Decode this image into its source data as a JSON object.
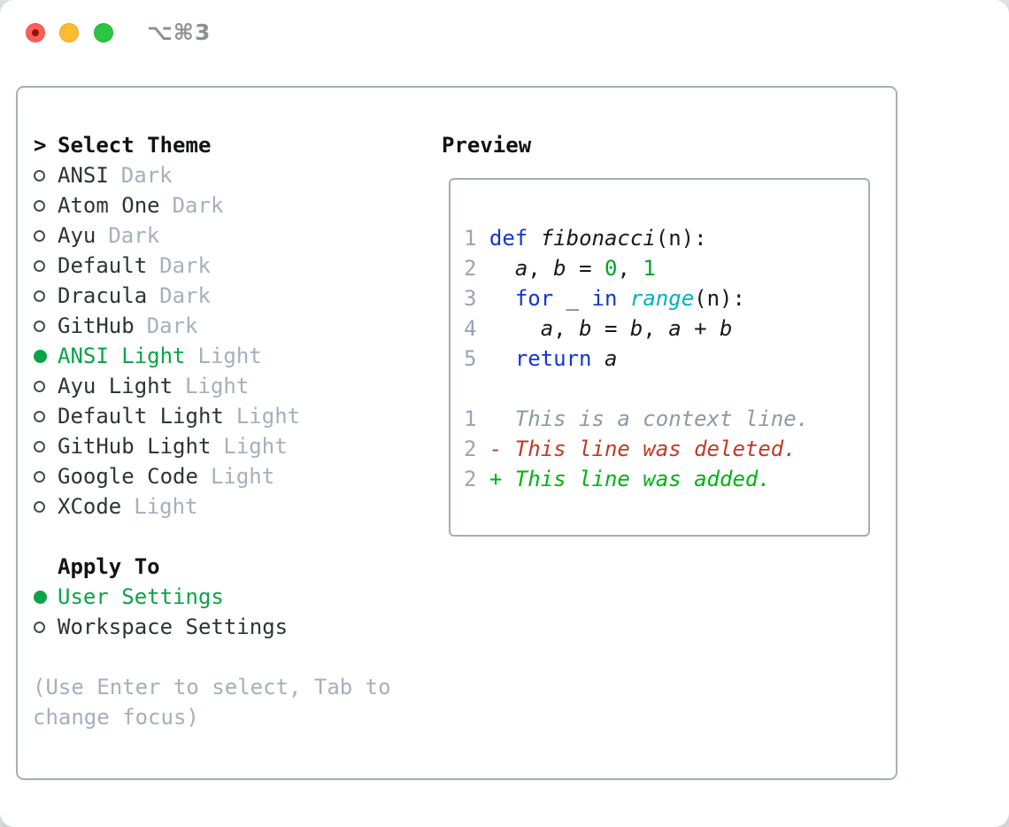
{
  "window": {
    "shortcut_label": "⌥⌘3",
    "traffic_lights": [
      "close",
      "minimize",
      "zoom"
    ],
    "close_has_unsaved_dot": true
  },
  "colors": {
    "selected_green": "#0aa446",
    "keyword_blue": "#1635d2",
    "builtin_cyan": "#00b1c1",
    "number_literal_green": "#00a32a",
    "deleted_red": "#c13a24",
    "added_green": "#00b30f",
    "muted_gray": "#a6afbc",
    "line_number_gray": "#9aa4b3",
    "border_gray": "#a7aeb8",
    "traffic_red": "#ff5f57",
    "traffic_yellow": "#febc2e",
    "traffic_green": "#29c73f"
  },
  "left": {
    "header_prefix": ">",
    "header": "Select Theme",
    "themes": [
      {
        "name": "ANSI",
        "variant": "Dark",
        "selected": false
      },
      {
        "name": "Atom One",
        "variant": "Dark",
        "selected": false
      },
      {
        "name": "Ayu",
        "variant": "Dark",
        "selected": false
      },
      {
        "name": "Default",
        "variant": "Dark",
        "selected": false
      },
      {
        "name": "Dracula",
        "variant": "Dark",
        "selected": false
      },
      {
        "name": "GitHub",
        "variant": "Dark",
        "selected": false
      },
      {
        "name": "ANSI Light",
        "variant": "Light",
        "selected": true
      },
      {
        "name": "Ayu Light",
        "variant": "Light",
        "selected": false
      },
      {
        "name": "Default Light",
        "variant": "Light",
        "selected": false
      },
      {
        "name": "GitHub Light",
        "variant": "Light",
        "selected": false
      },
      {
        "name": "Google Code",
        "variant": "Light",
        "selected": false
      },
      {
        "name": "XCode",
        "variant": "Light",
        "selected": false
      }
    ],
    "apply_header": "Apply To",
    "apply_options": [
      {
        "name": "User Settings",
        "selected": true
      },
      {
        "name": "Workspace Settings",
        "selected": false
      }
    ],
    "hint_lines": [
      "(Use Enter to select, Tab to",
      "change focus)"
    ]
  },
  "preview": {
    "header": "Preview",
    "code_lines": [
      {
        "num": "1",
        "segments": [
          {
            "t": " ",
            "s": "p"
          },
          {
            "t": "def",
            "s": "kw"
          },
          {
            "t": " ",
            "s": "p"
          },
          {
            "t": "fibonacci",
            "s": "fni"
          },
          {
            "t": "(n):",
            "s": "p"
          }
        ]
      },
      {
        "num": "2",
        "segments": [
          {
            "t": "   ",
            "s": "p"
          },
          {
            "t": "a",
            "s": "var"
          },
          {
            "t": ", ",
            "s": "p"
          },
          {
            "t": "b",
            "s": "var"
          },
          {
            "t": " = ",
            "s": "p"
          },
          {
            "t": "0",
            "s": "num"
          },
          {
            "t": ", ",
            "s": "p"
          },
          {
            "t": "1",
            "s": "num"
          }
        ]
      },
      {
        "num": "3",
        "segments": [
          {
            "t": "   ",
            "s": "p"
          },
          {
            "t": "for",
            "s": "kw"
          },
          {
            "t": " _ ",
            "s": "p"
          },
          {
            "t": "in",
            "s": "kw"
          },
          {
            "t": " ",
            "s": "p"
          },
          {
            "t": "range",
            "s": "fn"
          },
          {
            "t": "(n):",
            "s": "p"
          }
        ]
      },
      {
        "num": "4",
        "segments": [
          {
            "t": "     ",
            "s": "p"
          },
          {
            "t": "a",
            "s": "var"
          },
          {
            "t": ", ",
            "s": "p"
          },
          {
            "t": "b",
            "s": "var"
          },
          {
            "t": " = ",
            "s": "p"
          },
          {
            "t": "b",
            "s": "var"
          },
          {
            "t": ", ",
            "s": "p"
          },
          {
            "t": "a",
            "s": "var"
          },
          {
            "t": " + ",
            "s": "p"
          },
          {
            "t": "b",
            "s": "var"
          }
        ]
      },
      {
        "num": "5",
        "segments": [
          {
            "t": "   ",
            "s": "p"
          },
          {
            "t": "return",
            "s": "kw"
          },
          {
            "t": " ",
            "s": "p"
          },
          {
            "t": "a",
            "s": "var"
          }
        ]
      }
    ],
    "diff_lines": [
      {
        "num": "1",
        "segments": [
          {
            "t": "   This is a context line.",
            "s": "ctx"
          }
        ]
      },
      {
        "num": "2",
        "segments": [
          {
            "t": " ",
            "s": "p"
          },
          {
            "t": "- This line was deleted.",
            "s": "del"
          }
        ]
      },
      {
        "num": "2",
        "segments": [
          {
            "t": " ",
            "s": "p"
          },
          {
            "t": "+ This line was added.",
            "s": "add"
          }
        ]
      }
    ]
  }
}
